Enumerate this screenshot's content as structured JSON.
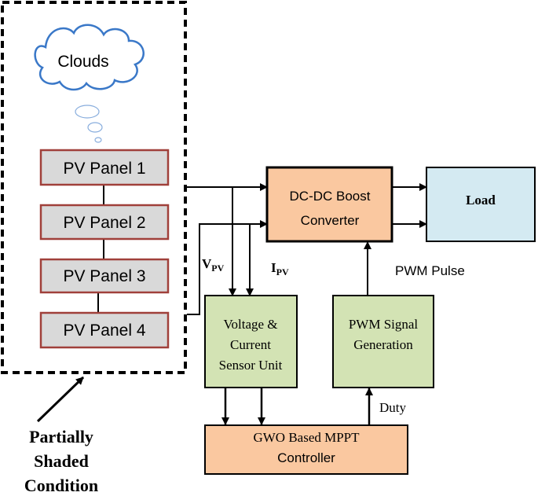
{
  "cloud": {
    "label": "Clouds"
  },
  "pv_panels": [
    {
      "label": "PV Panel 1"
    },
    {
      "label": "PV Panel 2"
    },
    {
      "label": "PV Panel 3"
    },
    {
      "label": "PV Panel 4"
    }
  ],
  "partial_shade": {
    "line1": "Partially",
    "line2": "Shaded",
    "line3": "Condition"
  },
  "signals": {
    "vpv_main": "V",
    "vpv_sub": "PV",
    "ipv_main": "I",
    "ipv_sub": "PV",
    "pwm_pulse": "PWM Pulse",
    "duty": "Duty"
  },
  "blocks": {
    "boost_line1": "DC-DC Boost",
    "boost_line2": "Converter",
    "load": "Load",
    "sensor_line1": "Voltage &",
    "sensor_line2": "Current",
    "sensor_line3": "Sensor Unit",
    "pwm_line1": "PWM Signal",
    "pwm_line2": "Generation",
    "mppt_line1": "GWO Based MPPT",
    "mppt_line2": "Controller"
  },
  "colors": {
    "panel_fill": "#d9d9d9",
    "panel_border": "#a0403a",
    "boost_fill": "#fac8a0",
    "load_fill": "#d4eaf2",
    "green_fill": "#d3e3b4",
    "mppt_fill": "#fac8a0",
    "cloud_stroke": "#3a78c8"
  }
}
